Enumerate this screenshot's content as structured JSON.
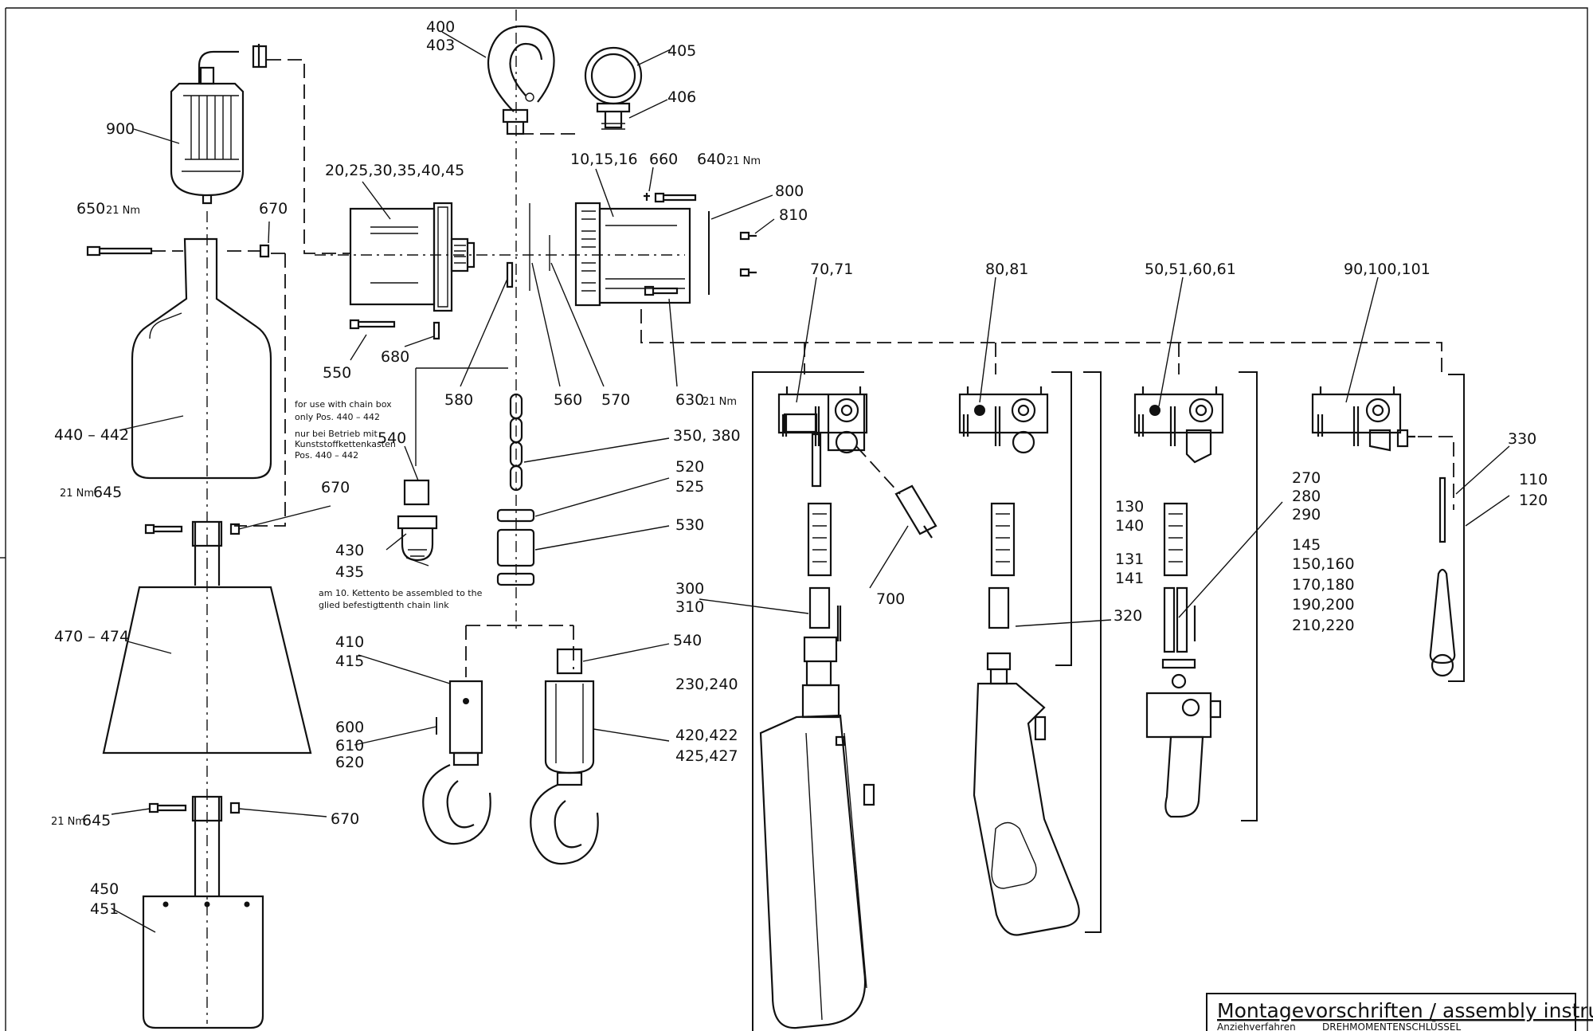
{
  "labels": {
    "p900": "900",
    "p650": "650",
    "p650_torque": "21 Nm",
    "p670_top": "670",
    "p440": "440 – 442",
    "p645_top_torque": "21 Nm",
    "p645_top": "645",
    "p670_mid": "670",
    "p470": "470 – 474",
    "p645_bot_torque": "21 Nm",
    "p645_bot": "645",
    "p670_bot": "670",
    "p450": "450",
    "p451": "451",
    "p20": "20,25,30,35,40,45",
    "p550": "550",
    "p680": "680",
    "p400": "400",
    "p403": "403",
    "p405": "405",
    "p406": "406",
    "p10": "10,15,16",
    "p660": "660",
    "p640": "640",
    "p640_torque": "21 Nm",
    "p800": "800",
    "p810": "810",
    "p580": "580",
    "p560": "560",
    "p570": "570",
    "p630": "630",
    "p630_torque": "21 Nm",
    "p540_top": "540",
    "p430": "430",
    "p435": "435",
    "p350": "350, 380",
    "p520": "520",
    "p525": "525",
    "p530": "530",
    "p410": "410",
    "p415": "415",
    "p600": "600",
    "p610": "610",
    "p620": "620",
    "p540_bot": "540",
    "p420": "420,422",
    "p425": "425,427",
    "p300": "300",
    "p310": "310",
    "p230": "230,240",
    "p700": "700",
    "p70": "70,71",
    "p80": "80,81",
    "p130": "130",
    "p140": "140",
    "p131": "131",
    "p141": "141",
    "p320": "320",
    "p50": "50,51,60,61",
    "p270": "270",
    "p280": "280",
    "p290": "290",
    "p145": "145",
    "p150": "150,160",
    "p170": "170,180",
    "p190": "190,200",
    "p210": "210,220",
    "p90": "90,100,101",
    "p330": "330",
    "p110": "110",
    "p120": "120"
  },
  "notes": {
    "chainbox_en_1": "for use with chain box",
    "chainbox_en_2": "only Pos. 440 – 442",
    "chainbox_de_1": "nur bei Betrieb mit",
    "chainbox_de_2": "Kunststoffkettenkasten",
    "chainbox_de_3": "Pos. 440 – 442",
    "link_de_1": "am 10. Ketten-",
    "link_de_2": "glied befestigt",
    "link_en_1": "to be assembled to the",
    "link_en_2": "tenth chain link"
  },
  "titleblock": {
    "title": "Montagevorschriften / assembly instructions :",
    "col1": "Anziehverfahren",
    "col2": "DREHMOMENTENSCHLÜSSEL"
  }
}
